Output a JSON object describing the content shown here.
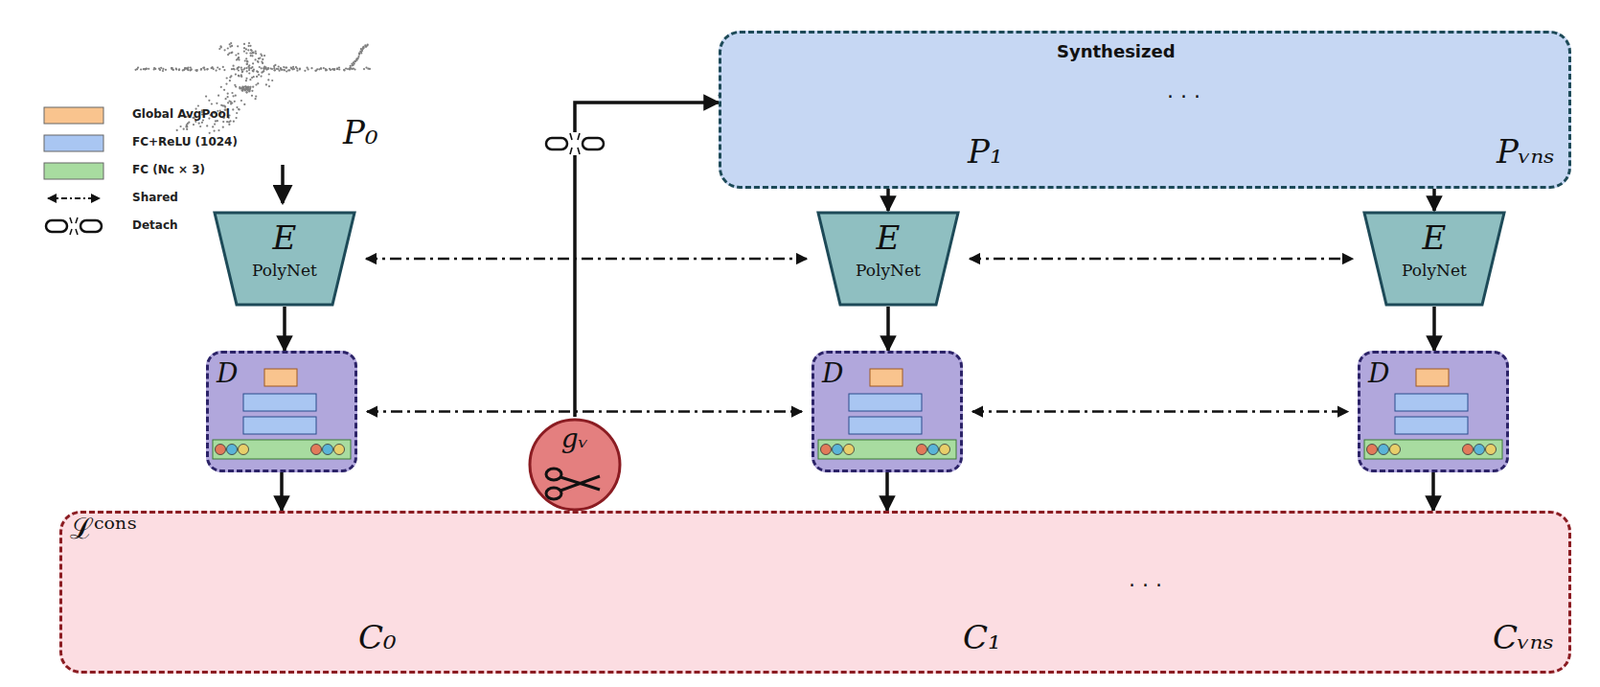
{
  "diagram": {
    "nodes": [
      {
        "text": [
          "Synthesized"
        ]
      },
      {
        "text": [
          "E",
          "PolyNet"
        ]
      },
      {
        "text": [
          "E",
          "PolyNet"
        ]
      },
      {
        "text": [
          "E",
          "PolyNet"
        ]
      },
      {
        "text": [
          "D"
        ]
      },
      {
        "text": [
          "D"
        ]
      },
      {
        "text": [
          "D"
        ]
      },
      {
        "text": [
          "gᵥ"
        ]
      },
      {
        "text": [
          "ℒᶜᵒⁿˢ"
        ]
      }
    ],
    "edges": [
      {
        "from": 0,
        "to": 2,
        "arrow": "to"
      },
      {
        "from": 0,
        "to": 3,
        "arrow": "to"
      },
      {
        "from": 1,
        "to": 4,
        "arrow": "to"
      },
      {
        "from": 2,
        "to": 5,
        "arrow": "to"
      },
      {
        "from": 3,
        "to": 6,
        "arrow": "to"
      },
      {
        "from": 4,
        "to": 8,
        "arrow": "to"
      },
      {
        "from": 5,
        "to": 8,
        "arrow": "to"
      },
      {
        "from": 6,
        "to": 8,
        "arrow": "to"
      },
      {
        "from": 1,
        "to": 2,
        "arrow": "both"
      },
      {
        "from": 2,
        "to": 3,
        "arrow": "both"
      },
      {
        "from": 4,
        "to": 5,
        "arrow": "both"
      },
      {
        "from": 5,
        "to": 6,
        "arrow": "both"
      },
      {
        "from": 8,
        "to": 7,
        "arrow": "to"
      },
      {
        "from": 7,
        "to": 0,
        "arrow": "to"
      }
    ],
    "labels": [
      "P₀",
      "P₁",
      "Pᵥₙₛ",
      "C₀",
      "C₁",
      "Cᵥₙₛ",
      "· · ·",
      "· · ·"
    ],
    "legend": [
      {
        "text": "Global AvgPool",
        "color": "#f9c48e"
      },
      {
        "text": "FC+ReLU (1024)",
        "color": "#a9c6f2"
      },
      {
        "text": "FC (Nc × 3)",
        "color": "#a8dca0"
      },
      {
        "text": "Shared"
      },
      {
        "text": "Detach"
      }
    ]
  }
}
